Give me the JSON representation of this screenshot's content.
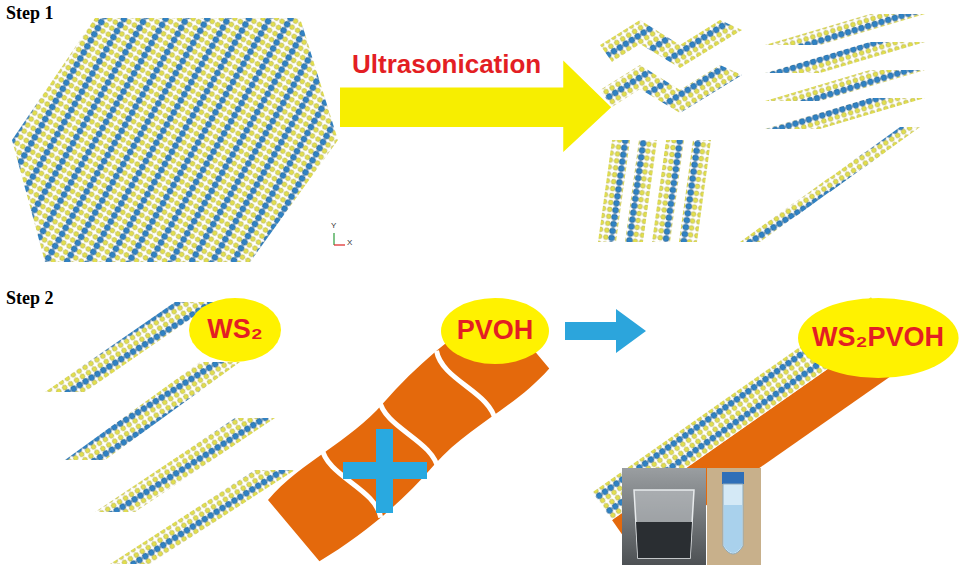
{
  "diagram": {
    "nodes": [
      {
        "text": [
          "Ultrasonication"
        ]
      },
      {
        "text": [
          "WS₂"
        ]
      },
      {
        "text": [
          "PVOH"
        ]
      },
      {
        "text": [
          "WS₂PVOH"
        ]
      }
    ],
    "labels": [
      "Step 1",
      "Step 2",
      "Y",
      "X"
    ]
  }
}
